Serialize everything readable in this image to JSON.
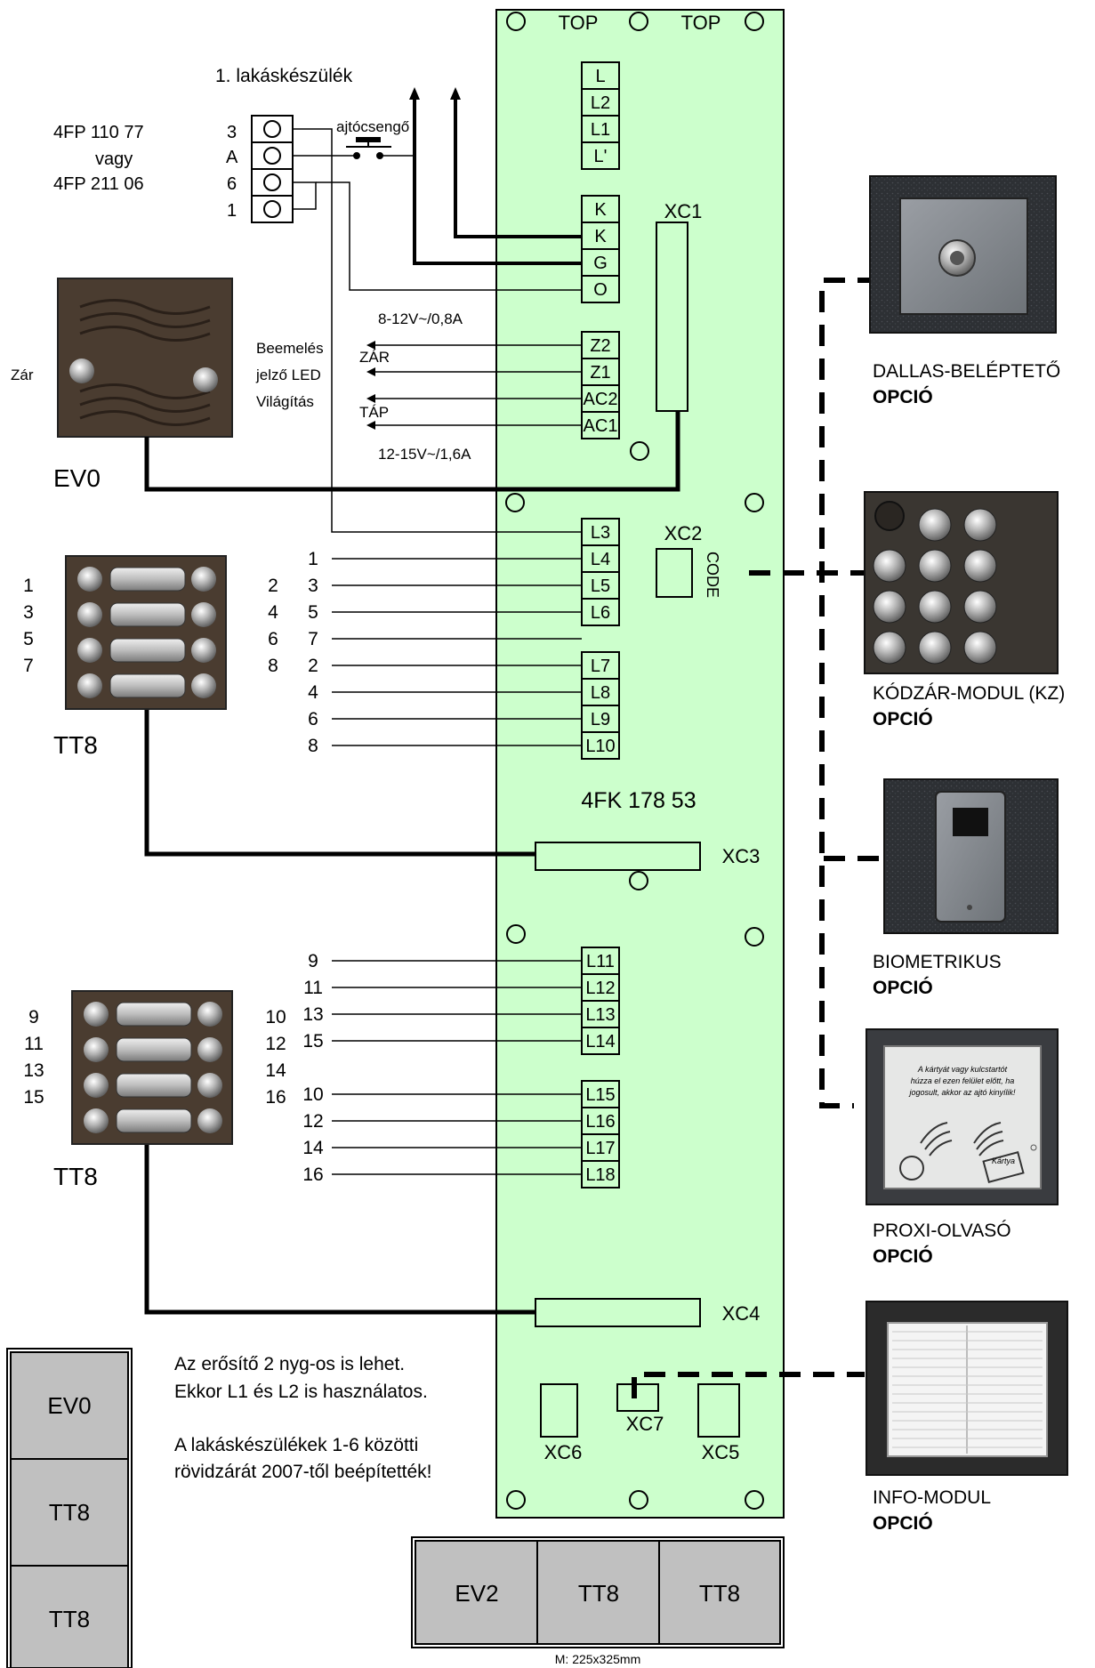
{
  "board": {
    "top_labels": [
      "TOP",
      "TOP"
    ],
    "model": "4FK 178 53",
    "terminals_a": [
      "L",
      "L2",
      "L1",
      "L'"
    ],
    "terminals_b": [
      "K",
      "K",
      "G",
      "O"
    ],
    "terminals_c": [
      "Z2",
      "Z1",
      "AC2",
      "AC1"
    ],
    "terminals_d": [
      "L3",
      "L4",
      "L5",
      "L6"
    ],
    "terminals_e": [
      "L7",
      "L8",
      "L9",
      "L10"
    ],
    "terminals_f": [
      "L11",
      "L12",
      "L13",
      "L14"
    ],
    "terminals_g": [
      "L15",
      "L16",
      "L17",
      "L18"
    ],
    "connectors": {
      "xc1": "XC1",
      "xc2": "XC2",
      "code": "CODE",
      "xc3": "XC3",
      "xc4": "XC4",
      "xc5": "XC5",
      "xc6": "XC6",
      "xc7": "XC7"
    }
  },
  "apartment_unit": {
    "title": "1. lakáskészülék",
    "model_line1": "4FP 110 77",
    "model_line2": "vagy",
    "model_line3": "4FP 211 06",
    "pins": [
      "3",
      "A",
      "6",
      "1"
    ],
    "bell_label": "ajtócsengő"
  },
  "power": {
    "lock_supply": "8-12V~/0,8A",
    "lock_label": "ZÁR",
    "power_label": "TÁP",
    "main_supply": "12-15V~/1,6A",
    "side_labels": [
      "Beemelés",
      "jelző LED",
      "Világítás"
    ]
  },
  "ev0": {
    "name": "EV0",
    "side_label": "Zár"
  },
  "tt8_upper": {
    "name": "TT8",
    "left_numbers": [
      "1",
      "3",
      "5",
      "7"
    ],
    "right_numbers": [
      "2",
      "4",
      "6",
      "8"
    ],
    "wires_d": [
      "1",
      "3",
      "5",
      "7"
    ],
    "wires_e": [
      "2",
      "4",
      "6",
      "8"
    ]
  },
  "tt8_lower": {
    "name": "TT8",
    "left_numbers": [
      "9",
      "11",
      "13",
      "15"
    ],
    "right_numbers": [
      "10",
      "12",
      "14",
      "16"
    ],
    "wires_f": [
      "9",
      "11",
      "13",
      "15"
    ],
    "wires_g": [
      "10",
      "12",
      "14",
      "16"
    ]
  },
  "options": [
    {
      "name": "DALLAS-BELÉPTETŐ",
      "tag": "OPCIÓ"
    },
    {
      "name": "KÓDZÁR-MODUL (KZ)",
      "tag": "OPCIÓ"
    },
    {
      "name": "BIOMETRIKUS",
      "tag": "OPCIÓ"
    },
    {
      "name": "PROXI-OLVASÓ",
      "tag": "OPCIÓ"
    },
    {
      "name": "INFO-MODUL",
      "tag": "OPCIÓ"
    }
  ],
  "proxi_text": {
    "line1": "A kártyát vagy kulcstartót",
    "line2": "húzza el ezen felület előtt, ha",
    "line3": "jogosult, akkor az ajtó kinyílik!",
    "card": "Kártya"
  },
  "notes": {
    "line1": "Az erősítő 2 nyg-os is lehet.",
    "line2": "Ekkor L1 és L2 is  használatos.",
    "line3": "A lakáskészülékek 1-6 közötti",
    "line4": "rövidzárát 2007-től beépítették!"
  },
  "vertical_frame": [
    "EV0",
    "TT8",
    "TT8"
  ],
  "horizontal_frame": [
    "EV2",
    "TT8",
    "TT8"
  ],
  "dimensions": "M: 225x325mm",
  "colors": {
    "board": "#ccffcc",
    "frame": "#c0c0c0",
    "panel_dark": "#4a3c30",
    "module_dark": "#2c2e32"
  }
}
